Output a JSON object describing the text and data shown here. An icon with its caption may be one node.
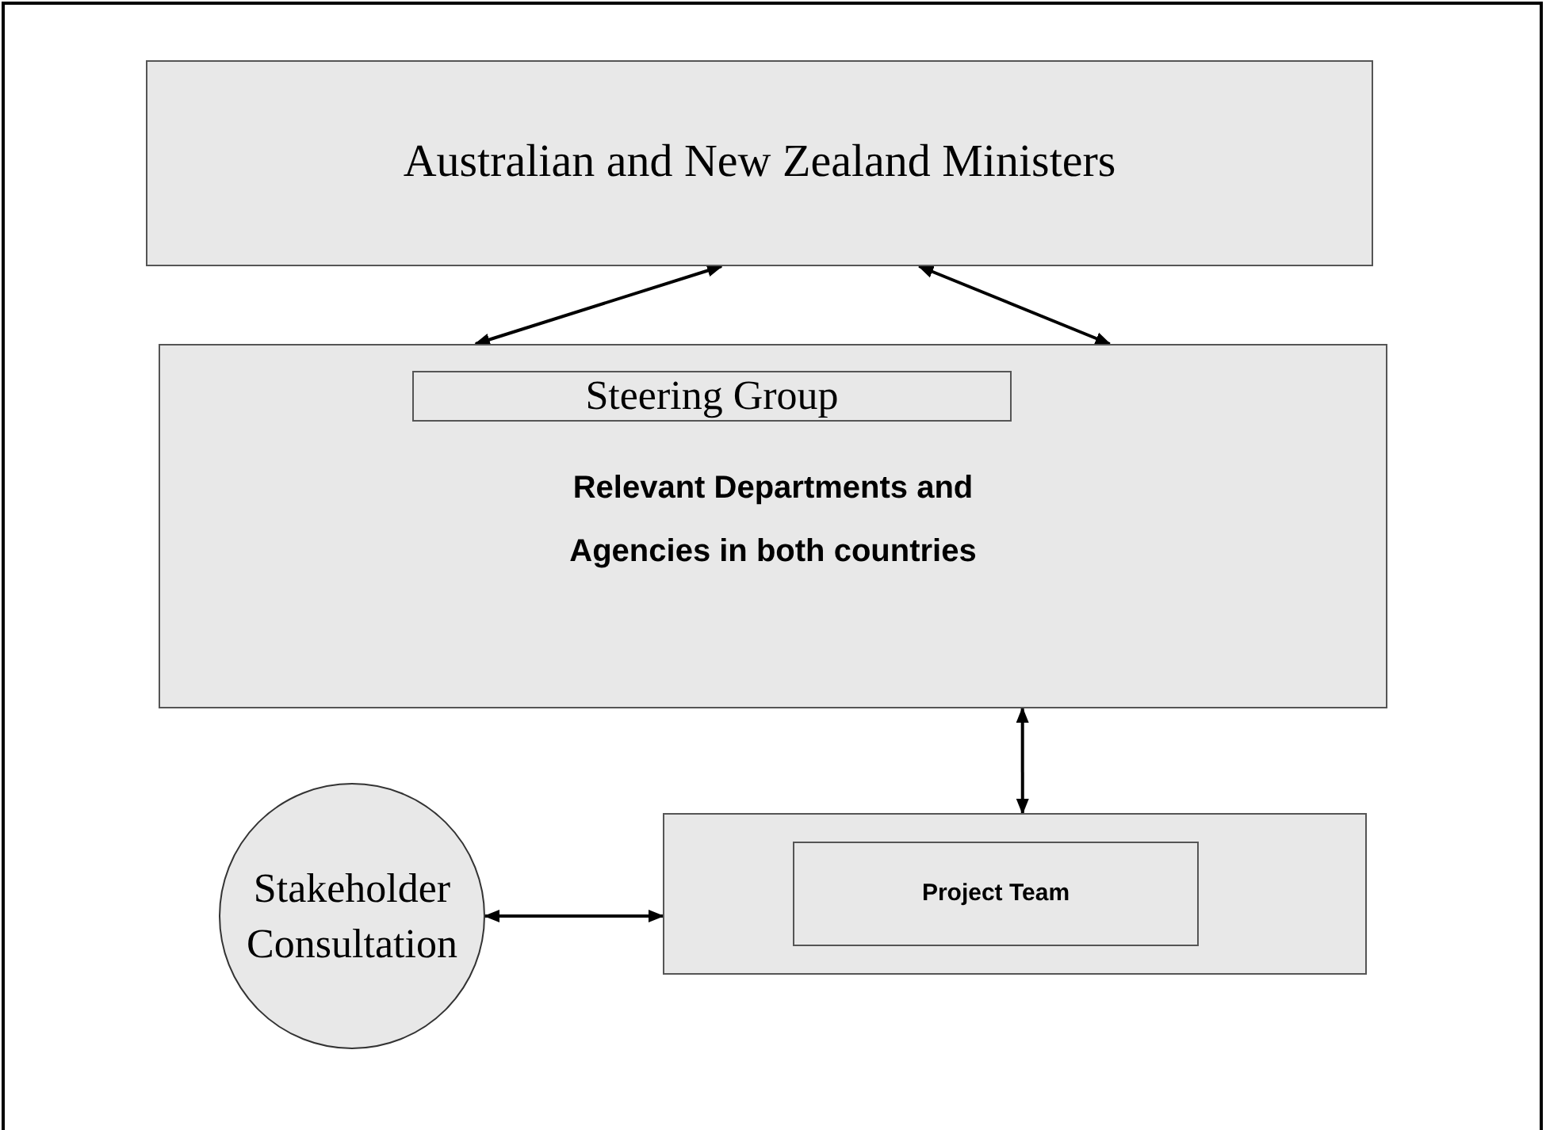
{
  "diagram": {
    "nodes": [
      {
        "text": [
          "Australian and New Zealand Ministers"
        ]
      },
      {
        "text": [
          "Relevant Departments and Agencies in both countries"
        ]
      },
      {
        "text": [
          "Steering Group"
        ],
        "in": 1
      },
      {
        "text": [
          "Stakeholder Consultation"
        ]
      },
      {
        "text": [],
        "shape": "box"
      },
      {
        "text": [
          "Project Team"
        ],
        "in": 4
      }
    ],
    "edges": [
      {
        "from": 0,
        "to": 1,
        "arrow": "both"
      },
      {
        "from": 0,
        "to": 1,
        "arrow": "both"
      },
      {
        "from": 1,
        "to": 4,
        "arrow": "both"
      },
      {
        "from": 3,
        "to": 4,
        "arrow": "both"
      }
    ]
  }
}
